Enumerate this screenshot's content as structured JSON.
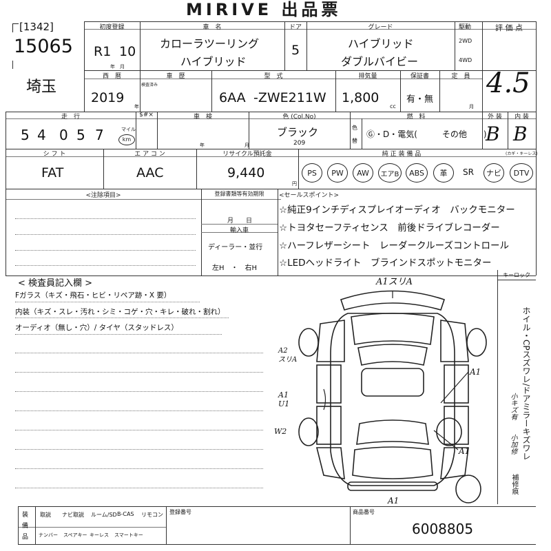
{
  "header": {
    "title": "MIRIVE 出品票"
  },
  "lot": {
    "bracket_number": "[1342]",
    "number": "15065",
    "location": "埼玉"
  },
  "labels": {
    "first_reg": "初度登録",
    "car_name": "車　名",
    "doors": "ドア",
    "grade": "グレード",
    "drive": "駆動",
    "score": "評 価 点",
    "year_month": "年　月",
    "model_year": "西　暦",
    "inspection": "車　歴",
    "model": "型　式",
    "displacement": "排気量",
    "warranty": "保証書",
    "capacity": "定　員",
    "inspection_note": "検査済み",
    "mileage": "走　行",
    "s_mark": "$#×",
    "shaken": "車　検",
    "color": "色 (Col.No)",
    "fuel": "燃　料",
    "exterior": "外 装",
    "interior": "内 装",
    "shift": "シ フ ト",
    "aircon": "エ ア コ ン",
    "recycle": "リサイクル預託金",
    "equipment": "純 正 装 備 品",
    "keyless_label": "(カギ・キーレス)",
    "notes": "<注除項目>",
    "reg_deadline": "登録書類等有効期限",
    "import": "輸入車",
    "sales_points": "<セールスポイント>",
    "inspector": "< 検査員記入欄 >",
    "key_lock": "キーロック",
    "reg_no": "登録番号",
    "lot_no": "商品番号",
    "cc": "cc",
    "yen": "円",
    "year": "年",
    "month": "月",
    "month_day": "月　　日",
    "km_label": "マイル",
    "km_unit": "km",
    "color_label": "色",
    "replaced_label": "替"
  },
  "vehicle": {
    "reg_year": "R1",
    "reg_month": "10",
    "name_line1": "カローラツーリング",
    "name_line2": "ハイブリッド",
    "doors": "5",
    "grade_line1": "ハイブリッド",
    "grade_line2": "ダブルバイビー",
    "drive_2wd": "2WD",
    "drive_4wd": "4WD",
    "year": "2019",
    "model_prefix": "6AA",
    "model_code": "-ZWE211W",
    "displacement": "1,800",
    "warranty": "有・無",
    "score": "4.5",
    "mileage_digits": [
      "5",
      "4",
      "0",
      "5",
      "7"
    ],
    "color": "ブラック",
    "color_no": "209",
    "fuel": "Ⓖ・D・電気(　　　その他　　)",
    "exterior_grade": "B",
    "interior_grade": "B",
    "shift": "FAT",
    "aircon": "AAC",
    "recycle_fee": "9,440"
  },
  "equipment": [
    "PS",
    "PW",
    "AW",
    "エアB",
    "ABS",
    "革",
    "SR",
    "ナビ",
    "DTV"
  ],
  "import_options": {
    "dealer": "ディーラー・並行",
    "steering": "左H　・　右H"
  },
  "sales_points": [
    "☆純正9インチディスプレイオーディオ　バックモニター",
    "☆トヨタセーフティセンス　前後ドライブレコーダー",
    "☆ハーフレザーシート　レーダークルーズコントロール",
    "☆LEDヘッドライト　ブラインドスポットモニター"
  ],
  "inspector_lines": [
    "Fガラス（キズ・飛石・ヒビ・リペア跡・X 要）",
    "内装（キズ・スレ・汚れ・シミ・コゲ・穴・キレ・破れ・割れ）",
    "オーディオ（無し・穴）/ タイヤ（スタッドレス）"
  ],
  "diagram_marks": {
    "top": "A1スリA",
    "left_upper": "A2\nスリA",
    "left_mid": "A1\nU1",
    "left_low": "W2",
    "right_upper": "A1",
    "right_low": "A1",
    "bottom": "A1"
  },
  "side_notes": {
    "vertical": "ホイル・CPスズワレ/ドアミラーキズワレ",
    "small1": "小キズ有",
    "small2": "小加修",
    "small3": "補修痕"
  },
  "footer": {
    "row_labels": [
      "装",
      "備",
      "品"
    ],
    "top": [
      "取説",
      "ナビ取説",
      "ルーム/SD",
      "B-CAS",
      "リモコン"
    ],
    "bottom": [
      "ナンバー",
      "スペアキー",
      "キーレス",
      "スマートキー"
    ],
    "lot_number": "6008805"
  }
}
